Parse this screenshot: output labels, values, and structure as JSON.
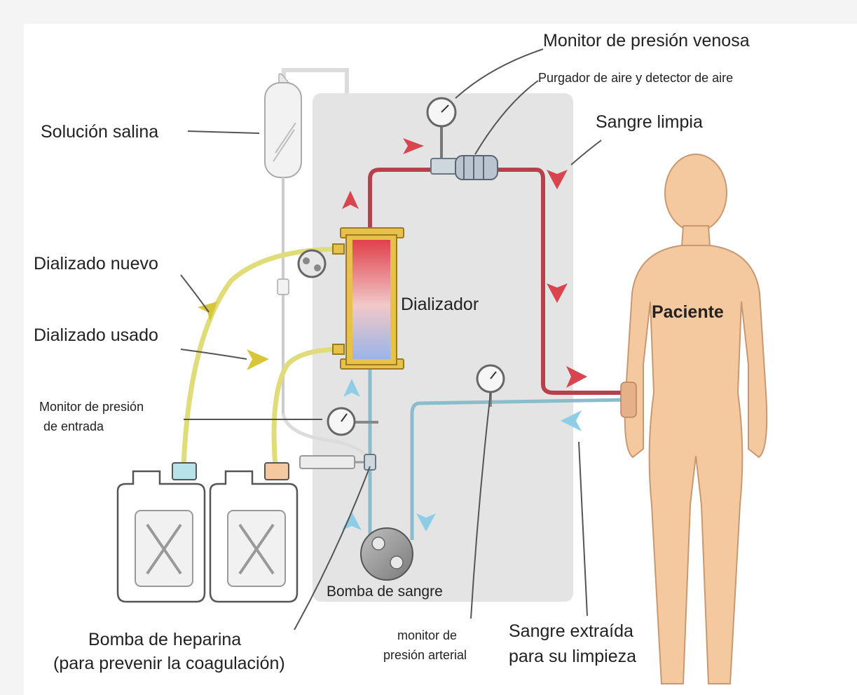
{
  "labels": {
    "venous_monitor": "Monitor de presión venosa",
    "air_trap": "Purgador de aire y detector de aire",
    "saline": "Solución salina",
    "clean_blood": "Sangre limpia",
    "fresh_dialysate": "Dializado nuevo",
    "dialyzer": "Dializador",
    "patient": "Paciente",
    "used_dialysate": "Dializado usado",
    "inlet_monitor_line1": "Monitor de presión",
    "inlet_monitor_line2": "de entrada",
    "blood_pump": "Bomba de sangre",
    "heparin_line1": "Bomba de heparina",
    "heparin_line2": "(para prevenir la coagulación)",
    "arterial_monitor_line1": "monitor de",
    "arterial_monitor_line2": "presión arterial",
    "drawn_blood_line1": "Sangre extraída",
    "drawn_blood_line2": "para su limpieza"
  },
  "colors": {
    "clean_blood": "#b8404c",
    "drawn_blood": "#8bbccc",
    "dialysate": "#e0dc7a",
    "saline_line": "#dcdcdc",
    "machine_panel": "#e4e4e4",
    "patient_skin": "#f5c9a0",
    "arrow_red": "#d8454f",
    "arrow_blue": "#8fcde6",
    "arrow_yellow": "#d8c63a"
  }
}
